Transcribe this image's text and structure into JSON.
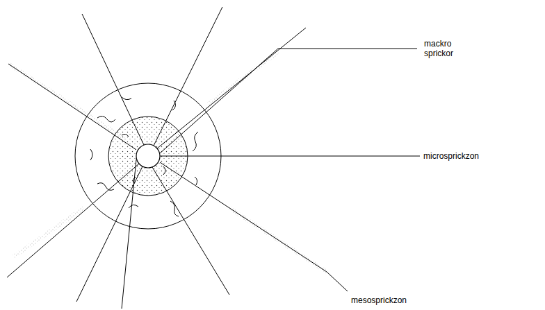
{
  "diagram": {
    "labels": [
      "mackro sprickor",
      "microsprickzon",
      "mesosprickzon"
    ]
  }
}
